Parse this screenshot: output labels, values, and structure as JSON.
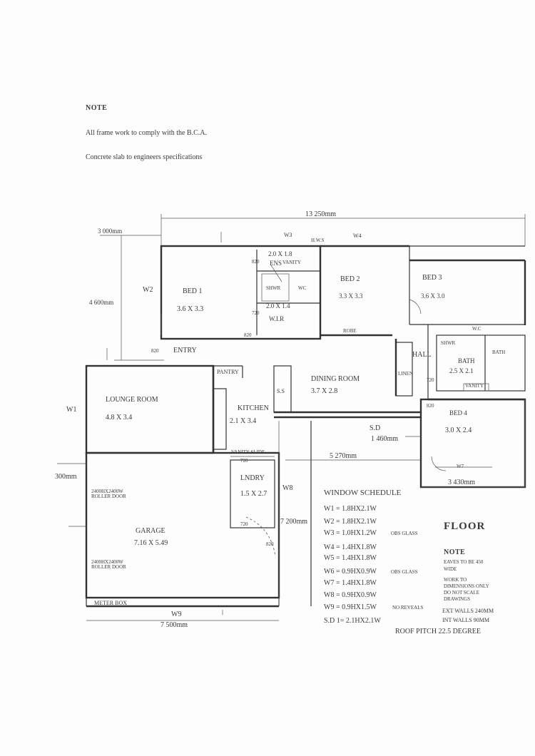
{
  "notes": {
    "title": "NOTE",
    "line1": "All frame work to  comply with the  B.C.A.",
    "line2": "Concrete slab to   engineers  specifications"
  },
  "dimensions": {
    "overall_width": "13 250mm",
    "left_offset": "3 000mm",
    "left_height": "4 600mm",
    "garage_offset": "300mm",
    "dining_width": "5 270mm",
    "sd_height": "1 460mm",
    "bed4_width": "3 430mm",
    "garage_depth": "7 200mm",
    "garage_width": "7 500mm"
  },
  "rooms": {
    "bed1": {
      "name": "BED 1",
      "size": "3.6 X 3.3"
    },
    "bed2": {
      "name": "BED 2",
      "size": "3.3 X 3.3"
    },
    "bed3": {
      "name": "BED 3",
      "size": "3.6 X 3.0"
    },
    "bed4": {
      "name": "BED 4",
      "size": "3.0 X 2.4"
    },
    "ens": {
      "name": "ENS",
      "size": "2.0 X 1.8"
    },
    "wir": {
      "name": "W.I.R",
      "size": "2.0 X 1.4"
    },
    "bath": {
      "name": "BATH",
      "size": "2.5 X 2.1"
    },
    "lounge": {
      "name": "LOUNGE ROOM",
      "size": "4.8 X 3.4"
    },
    "kitchen": {
      "name": "KITCHEN",
      "size": "2.1 X 3.4"
    },
    "dining": {
      "name": "DINING ROOM",
      "size": "3.7 X 2.8"
    },
    "lndry": {
      "name": "LNDRY",
      "size": "1.5 X 2.7"
    },
    "garage": {
      "name": "GARAGE",
      "size": "7.16 X 5.49"
    }
  },
  "labels": {
    "entry": "ENTRY",
    "hall": "HALL",
    "pantry": "PANTRY",
    "shwr": "SHWR",
    "shwr2": "SHWR",
    "vanity": "VANITY",
    "vanity2": "VANITY",
    "vanity_slide": "VANITY SLIDE",
    "linen": "LINEN",
    "hws": "H.W.S",
    "ss": "S.S",
    "wc": "WC",
    "wc2": "W.C",
    "bath_tub": "BATH",
    "meter_box": "METER BOX",
    "robe": "ROBE",
    "roller_door1": "2400HX2400W ROLLER DOOR",
    "roller_door2": "2400HX2400W ROLLER DOOR",
    "w_side": "W1",
    "w2": "W2",
    "w3": "W3",
    "w4": "W4",
    "w7": "W7",
    "w8": "W8",
    "w9": "W9",
    "sd": "S.D",
    "d820a": "820",
    "d820b": "820",
    "d820c": "820",
    "d820d": "820",
    "d720a": "720",
    "d720b": "720",
    "d720c": "720",
    "d720d": "720",
    "d820e": "820"
  },
  "window_schedule": {
    "title": "WINDOW  SCHEDULE",
    "rows": [
      {
        "code": "W1 = 1.8HX2.1W",
        "note": ""
      },
      {
        "code": "W2 = 1.8HX2.1W",
        "note": ""
      },
      {
        "code": "W3 = 1.0HX1.2W",
        "note": "OBS GLASS"
      },
      {
        "code": "W4 = 1.4HX1.8W",
        "note": ""
      },
      {
        "code": "W5 = 1.4HX1.8W",
        "note": ""
      },
      {
        "code": "W6 = 0.9HX0.9W",
        "note": "OBS GLASS"
      },
      {
        "code": "W7 = 1.4HX1.8W",
        "note": ""
      },
      {
        "code": "W8 = 0.9HX0.9W",
        "note": ""
      },
      {
        "code": "W9 = 0.9HX1.5W",
        "note": "NO REVEALS"
      },
      {
        "code": "S.D 1= 2.1HX2.1W",
        "note": ""
      }
    ]
  },
  "floor": {
    "title": "FLOOR",
    "note_title": "NOTE",
    "note1": "EAVES TO BE 450",
    "note1b": "WIDE",
    "note2": "WORK TO",
    "note2b": "DIMENSIONS ONLY",
    "note2c": "DO NOT SCALE",
    "note2d": "DRAWINGS",
    "note3": "EXT WALLS 240MM",
    "note4": "INT WALLS 90MM",
    "roof_pitch": "ROOF PITCH   22.5  DEGREE"
  }
}
